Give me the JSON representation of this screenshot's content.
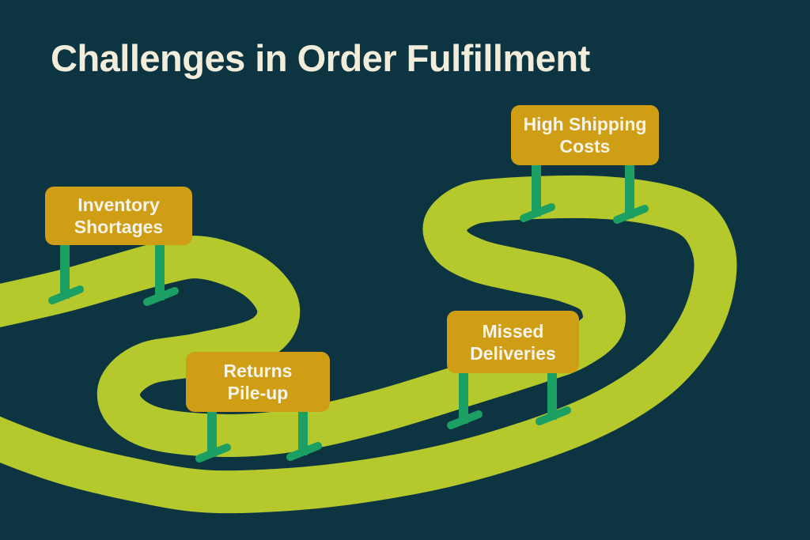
{
  "title": "Challenges in Order Fulfillment",
  "colors": {
    "background": "#0c3541",
    "road": "#b5c92d",
    "post": "#1b9f63",
    "sign": "#d09e15",
    "title_text": "#f1edda",
    "sign_text": "#f6f3e9"
  },
  "signs": [
    {
      "name": "inventory-shortages",
      "line1": "Inventory",
      "line2": "Shortages"
    },
    {
      "name": "high-shipping-costs",
      "line1": "High Shipping",
      "line2": "Costs"
    },
    {
      "name": "returns-pile-up",
      "line1": "Returns",
      "line2": "Pile-up"
    },
    {
      "name": "missed-deliveries",
      "line1": "Missed",
      "line2": "Deliveries"
    }
  ]
}
